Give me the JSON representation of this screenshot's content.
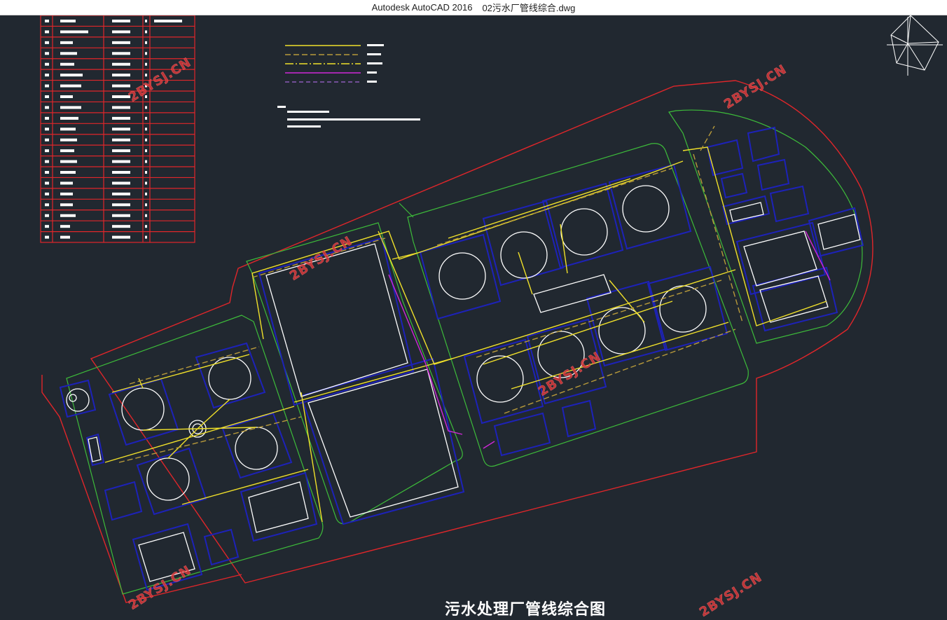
{
  "window": {
    "app_title": "Autodesk AutoCAD 2016",
    "file_name": "02污水厂管线综合.dwg"
  },
  "drawing": {
    "title": "污水处理厂管线综合图",
    "watermark": "2BYSJ.CN"
  },
  "colors": {
    "background": "#212830",
    "boundary": "#e0262a",
    "road": "#3dbb3a",
    "structure": "#1d22b8",
    "pipe_main": "#f0e02a",
    "pipe_secondary": "#b89a3a",
    "pipe_magenta": "#d028d8",
    "white": "#ffffff"
  },
  "icons": {
    "compass": "north-arrow-icon"
  }
}
